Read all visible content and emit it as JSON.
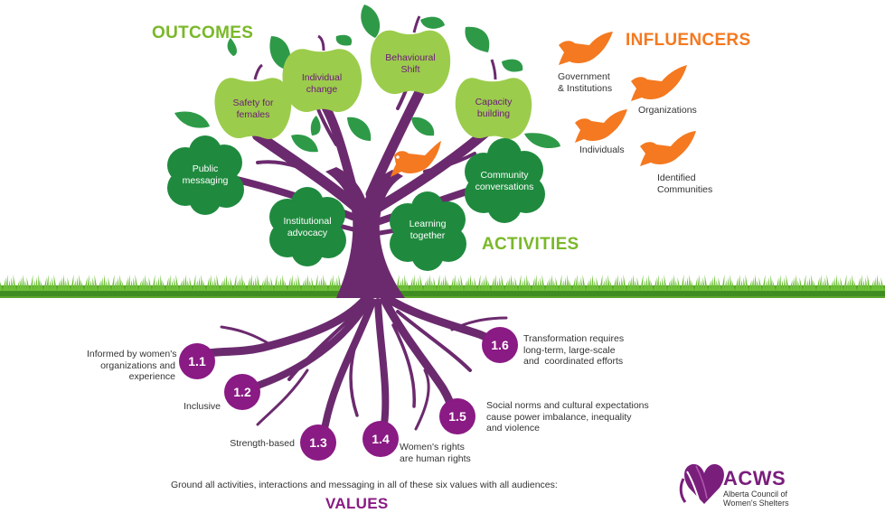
{
  "headings": {
    "outcomes": "OUTCOMES",
    "influencers": "INFLUENCERS",
    "activities": "ACTIVITIES",
    "values": "VALUES"
  },
  "outcomes": [
    {
      "label": "Safety for\nfemales"
    },
    {
      "label": "Individual\nchange"
    },
    {
      "label": "Behavioural\nShift"
    },
    {
      "label": "Capacity\nbuilding"
    }
  ],
  "activities": [
    {
      "label": "Public\nmessaging"
    },
    {
      "label": "Institutional\nadvocacy"
    },
    {
      "label": "Learning\ntogether"
    },
    {
      "label": "Community\nconversations"
    }
  ],
  "influencers": [
    {
      "label": "Government\n& Institutions"
    },
    {
      "label": "Organizations"
    },
    {
      "label": "Individuals"
    },
    {
      "label": "Identified\nCommunities"
    }
  ],
  "values": [
    {
      "number": "1.1",
      "text": "Informed by women's\norganizations and\nexperience"
    },
    {
      "number": "1.2",
      "text": "Inclusive"
    },
    {
      "number": "1.3",
      "text": "Strength-based"
    },
    {
      "number": "1.4",
      "text": "Women's rights\nare human rights"
    },
    {
      "number": "1.5",
      "text": "Social norms and cultural expectations\ncause power imbalance, inequality\nand violence"
    },
    {
      "number": "1.6",
      "text": "Transformation requires\nlong-term, large-scale\nand  coordinated efforts"
    }
  ],
  "instruction": "Ground all activities, interactions and messaging in all of these six values with all audiences:",
  "logo": {
    "name": "ACWS",
    "subtitle": "Alberta Council of\nWomen's Shelters"
  },
  "colors": {
    "green_heading": "#7ab829",
    "orange": "#f47920",
    "purple": "#8a1a84",
    "trunk": "#6b2a6e",
    "apple": "#9ccc4c",
    "bush": "#1f8a3e",
    "leaf": "#2e9a48"
  }
}
